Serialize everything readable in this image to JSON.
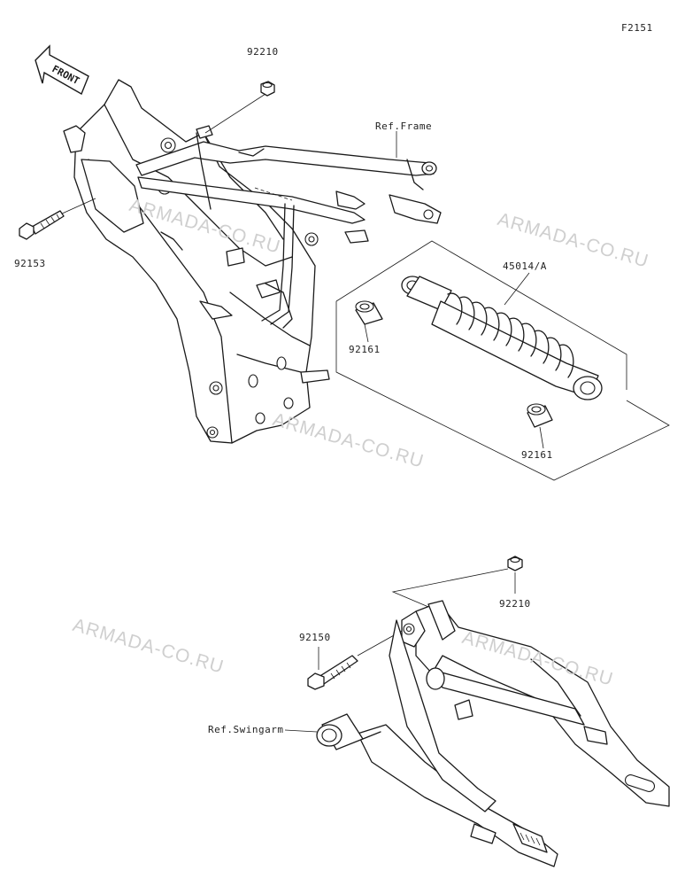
{
  "diagram_code": "F2151",
  "front_arrow": {
    "text": "FRONT"
  },
  "callouts": {
    "nut_top": "92210",
    "ref_frame": "Ref.Frame",
    "bolt_frame": "92153",
    "shock": "45014/A",
    "collar_upper": "92161",
    "collar_lower": "92161",
    "nut_bottom": "92210",
    "bolt_swingarm": "92150",
    "ref_swingarm": "Ref.Swingarm"
  },
  "watermark": "ARMADA-CO.RU",
  "colors": {
    "line": "#1a1a1a",
    "text": "#222222",
    "watermark": "#cfcfcf",
    "background": "#ffffff"
  }
}
